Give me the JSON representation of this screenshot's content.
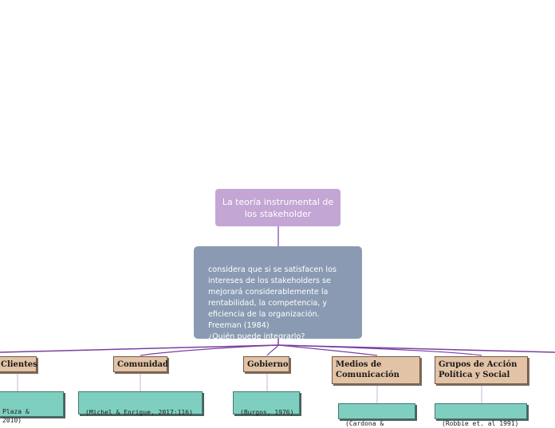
{
  "root": {
    "title": "La teoría instrumental de los stakeholder"
  },
  "main": {
    "text": "considera que si se satisfacen los\nintereses de los stakeholders se\nmejorará considerablemente la\nrentabilidad, la competencia, y\neficiencia de la organización.\nFreeman (1984)\n¿Quién puede integrarlo?"
  },
  "branches": [
    {
      "label": "Clientes",
      "citation": "Plaza &\n2010)"
    },
    {
      "label": "Comunidad",
      "citation": "(Michel & Enrigue, 2017:116)"
    },
    {
      "label": "Gobierno",
      "citation": "(Burgos, 1976)"
    },
    {
      "label": "Medios de Comunicación",
      "citation": "(Cardona &"
    },
    {
      "label": "Grupos de Acción Política y Social",
      "citation": "(Robbie et. al 1991)"
    }
  ],
  "colors": {
    "line": "#7b3fa0",
    "root": "#c3a6d4",
    "main": "#8a9ab2",
    "branch": "#e3c3a6",
    "leaf": "#7fcfc0"
  }
}
